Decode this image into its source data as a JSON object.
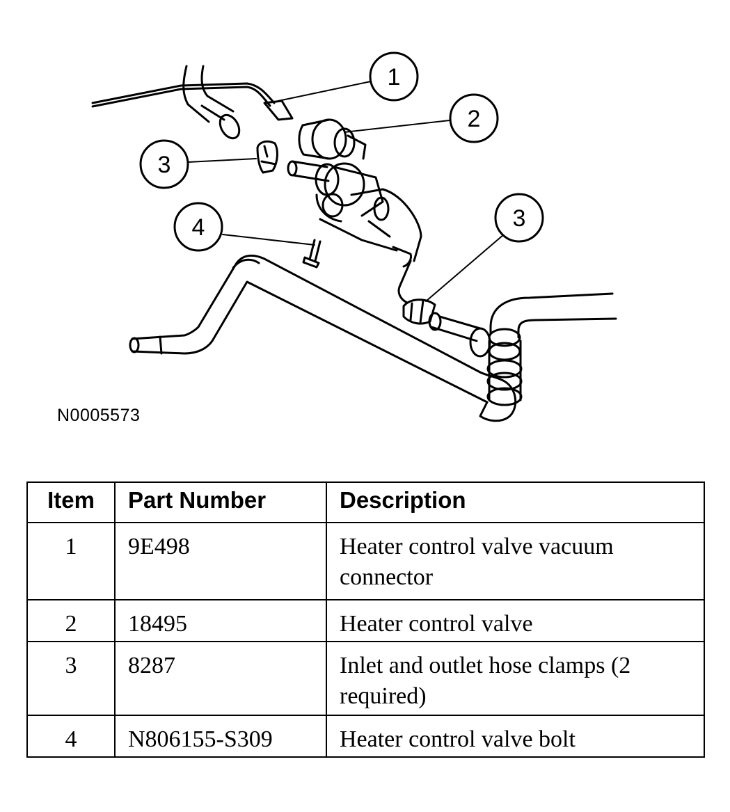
{
  "figure_id": "N0005573",
  "callouts": [
    "1",
    "2",
    "3",
    "3",
    "4"
  ],
  "table": {
    "headers": {
      "item": "Item",
      "part_number": "Part Number",
      "description": "Description"
    },
    "rows": [
      {
        "item": "1",
        "part_number": "9E498",
        "description": "Heater control valve vacuum connector"
      },
      {
        "item": "2",
        "part_number": "18495",
        "description": "Heater control valve"
      },
      {
        "item": "3",
        "part_number": "8287",
        "description": "Inlet and outlet hose clamps (2 required)"
      },
      {
        "item": "4",
        "part_number": "N806155-S309",
        "description": "Heater control valve bolt"
      }
    ]
  }
}
